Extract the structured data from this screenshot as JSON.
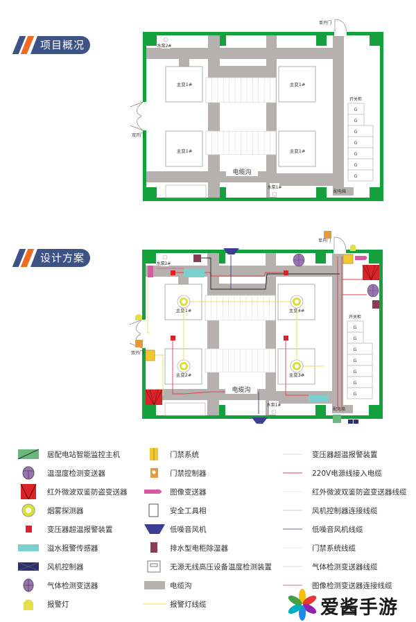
{
  "sections": {
    "overview": "项目概况",
    "design": "设计方案"
  },
  "plan": {
    "pump2": "水泵2#",
    "pump1": "水泵1#",
    "single_door": "单开门",
    "double_door": "双开门",
    "trench": "电缆沟",
    "switchgear": "开关柜",
    "dist_box": "配电箱",
    "g": "G",
    "t1": "主变1#",
    "t2": "主变1#",
    "t3": "主变1#",
    "t4": "主变1#",
    "d1": "主变1#",
    "d2": "主变4#",
    "d3": "主变2#",
    "d4": "主变3#"
  },
  "colors": {
    "wall": "#14a03c",
    "trench": "#b6b0ae",
    "navy": "#3d5285",
    "orange": "#f06a22"
  },
  "legend": {
    "col1": [
      "居配电站智能监控主机",
      "温湿度检测变送器",
      "红外微波双鉴防盗变送器",
      "烟雾探测器",
      "变压器超温报警装置",
      "溢水报警传感器",
      "风机控制器",
      "气体检测变送器",
      "报警灯"
    ],
    "col2": [
      "门禁系统",
      "门禁控制器",
      "图像变送器",
      "安全工具相",
      "低噪音风机",
      "排水型电柜除湿器",
      "无源无线高压设备温度检测装置",
      "电缆沟",
      "报警灯线缆"
    ],
    "col3": [
      "变压器超温报警装置",
      "220V电源线接入电缆",
      "红外微波双鉴防盗变送器线缆",
      "风机控制器连接线缆",
      "低噪音风机线缆",
      "门禁系统线缆",
      "气体检测变送器线缆",
      "图像检测变送器连接线缆"
    ]
  },
  "watermark": "爱酱手游网"
}
